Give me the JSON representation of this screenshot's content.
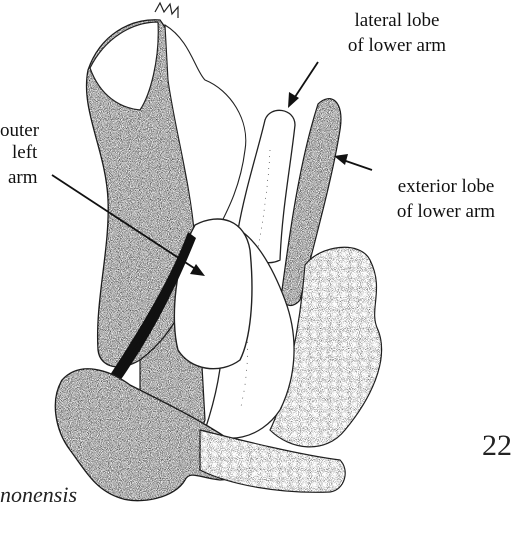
{
  "labels": {
    "lateral_lobe": {
      "line1": "lateral lobe",
      "line2": "of lower arm"
    },
    "outer_left_arm": {
      "line1": "outer",
      "line2": "left",
      "line3": "arm"
    },
    "exterior_lobe": {
      "line1": "exterior lobe",
      "line2": "of lower arm"
    }
  },
  "figure_number": "22",
  "species_name": "nonensis",
  "colors": {
    "ink": "#111111",
    "paper": "#ffffff"
  }
}
